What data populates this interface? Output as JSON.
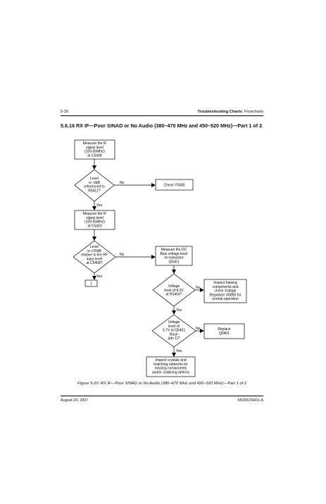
{
  "header": {
    "page_number": "5-30",
    "section_bold": "Troubleshooting Charts:",
    "section_rest": " Flowcharts"
  },
  "section_title": "5.6.16  RX IF—Poor SINAD or No Audio (380–470 MHz and 450–520 MHz)—Part 1 of 2",
  "flow": {
    "box_measure_if_1": [
      "Measure the IF",
      "signal level",
      "(109.65MHz)",
      "at C5408"
    ],
    "decision_level_3db": [
      "Level",
      "is -3dB",
      "referenced to",
      "R5412?"
    ],
    "box_check_y5400": [
      "Check Y5400"
    ],
    "box_measure_if_2": [
      "Measure the IF",
      "signal level",
      "(109.65MHz)",
      "at C5403"
    ],
    "decision_level_20db": [
      "Level",
      "is +20dB",
      "relative to the RF",
      "input level",
      "at C5408?"
    ],
    "box_measure_dc": [
      "Measure the DC",
      "Bias voltage level",
      "on transistor",
      "Q5401"
    ],
    "connector_1": [
      "1"
    ],
    "decision_voltage_8v": [
      "Voltage",
      "level of 8.0V",
      "at R5404?"
    ],
    "box_inspect_biasing": [
      "Inspect biasing",
      "components and",
      "check Voltage",
      "Regulator U0850 for",
      "normal operation"
    ],
    "decision_voltage_07v": [
      "Voltage",
      "level of",
      "0.7V at Q5401",
      "Base",
      "(pin 1)?"
    ],
    "box_replace_q5401": [
      "Replace",
      "Q5401"
    ],
    "box_inspect_crystals": [
      "Inspect crystals and",
      "matching networks for",
      "missing components",
      "and/or soldering defects"
    ],
    "label_no": "No",
    "label_yes": "Yes"
  },
  "caption": "Figure 5-20.  RX IF—Poor SINAD or No Audio (380–470 MHz and 450–520 MHz)—Part 1 of 2",
  "footer": {
    "date": "August 24, 2007",
    "doc_number": "6816533H01-A"
  }
}
